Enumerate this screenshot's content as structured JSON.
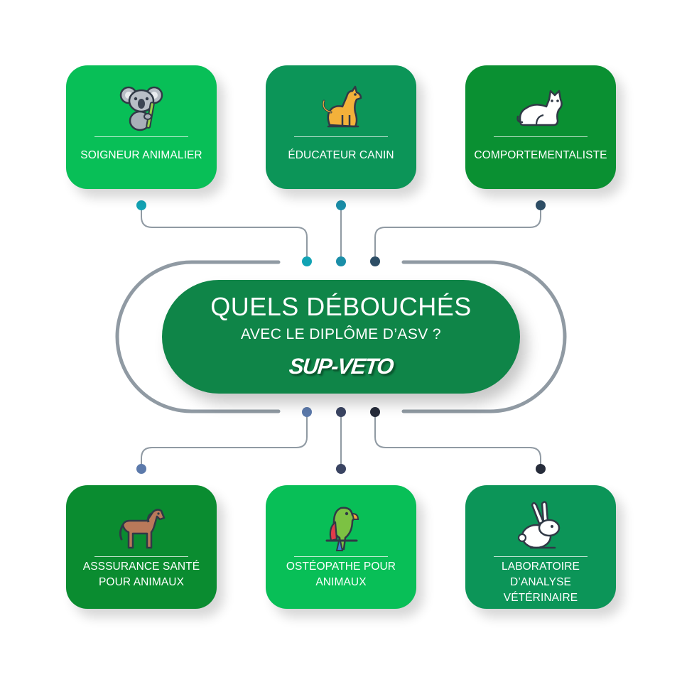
{
  "colors": {
    "bright_green": "#08bf57",
    "mid_green": "#0c9558",
    "dark_green": "#0a9032",
    "pill_green": "#0f8548",
    "connector_gray": "#909aa3",
    "dot_teal": "#12a3b4",
    "dot_cyan": "#1a8ea8",
    "dot_slate": "#2e4e66",
    "dot_steel": "#5c7aab",
    "dot_navy": "#3a4462",
    "dot_ink": "#262c3a"
  },
  "center": {
    "title": "QUELS DÉBOUCHÉS",
    "subtitle": "AVEC LE DIPLÔME D’ASV ?",
    "logo": "SUP-VETO"
  },
  "top_cards": [
    {
      "id": "soigneur",
      "icon": "koala-icon",
      "label": "SOIGNEUR ANIMALIER",
      "bg": "#08bf57"
    },
    {
      "id": "educateur",
      "icon": "dog-icon",
      "label": "ÉDUCATEUR CANIN",
      "bg": "#0c9558"
    },
    {
      "id": "comportementaliste",
      "icon": "cat-icon",
      "label": "COMPORTEMENTALISTE",
      "bg": "#0a9032"
    }
  ],
  "bottom_cards": [
    {
      "id": "assurance",
      "icon": "horse-icon",
      "label_line1": "ASSSURANCE SANTÉ",
      "label_line2": "POUR ANIMAUX",
      "bg": "#0a8c30"
    },
    {
      "id": "osteopathe",
      "icon": "parrot-icon",
      "label_line1": "OSTÉOPATHE POUR",
      "label_line2": "ANIMAUX",
      "bg": "#08bf57"
    },
    {
      "id": "laboratoire",
      "icon": "rabbit-icon",
      "label_line1": "LABORATOIRE D’ANALYSE",
      "label_line2": "VÉTÉRINAIRE",
      "bg": "#0c9558"
    }
  ]
}
